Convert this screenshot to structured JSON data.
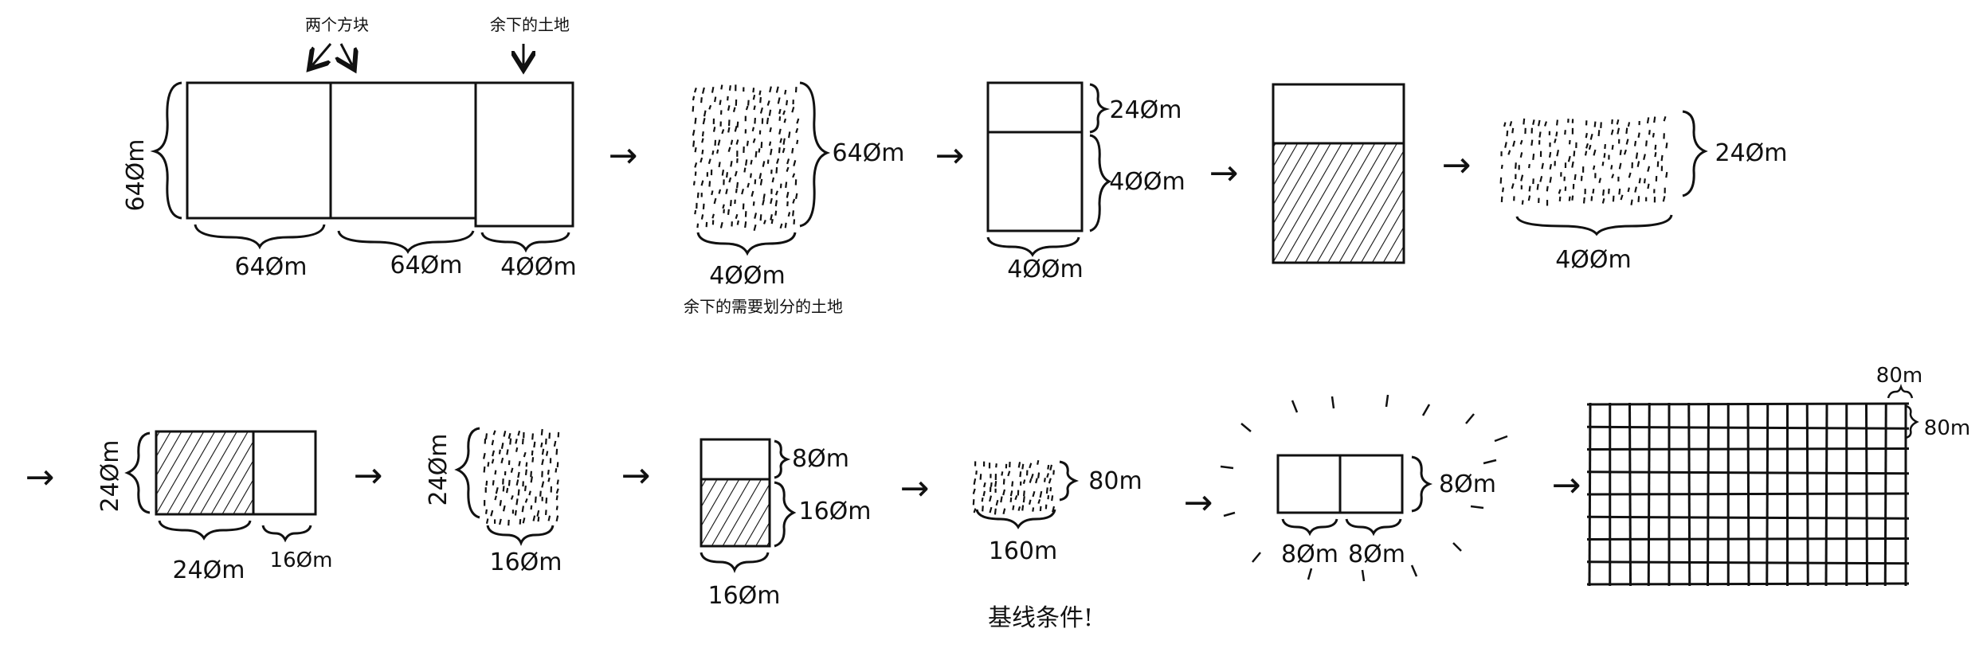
{
  "row1": {
    "step1": {
      "annotation_two_blocks": "两个方块",
      "annotation_remaining": "余下的土地",
      "height_label": "64Øm",
      "width_labels": [
        "64Øm",
        "64Øm",
        "4ØØm"
      ]
    },
    "step2": {
      "height_label": "64Øm",
      "width_label": "4ØØm",
      "caption": "余下的需要划分的土地"
    },
    "step3": {
      "top_label": "24Øm",
      "bottom_label": "4ØØm",
      "width_label": "4ØØm"
    },
    "step5": {
      "height_label": "24Øm",
      "width_label": "4ØØm"
    }
  },
  "row2": {
    "step1": {
      "height_label": "24Øm",
      "width_labels": [
        "24Øm",
        "16Øm"
      ]
    },
    "step2": {
      "height_label": "24Øm",
      "width_label": "16Øm"
    },
    "step3": {
      "top_label": "8Øm",
      "bottom_label": "16Øm",
      "width_label": "16Øm"
    },
    "step4": {
      "height_label": "80m",
      "width_label": "160m",
      "caption": "基线条件!"
    },
    "step5": {
      "height_label": "8Øm",
      "width_labels": [
        "8Øm",
        "8Øm"
      ]
    },
    "step6": {
      "cell_top_label": "80m",
      "cell_side_label": "80m",
      "columns": 16,
      "rows": 8
    }
  },
  "arrow_glyph": "→",
  "colors": {
    "ink": "#111111",
    "fill": "#ffffff"
  }
}
